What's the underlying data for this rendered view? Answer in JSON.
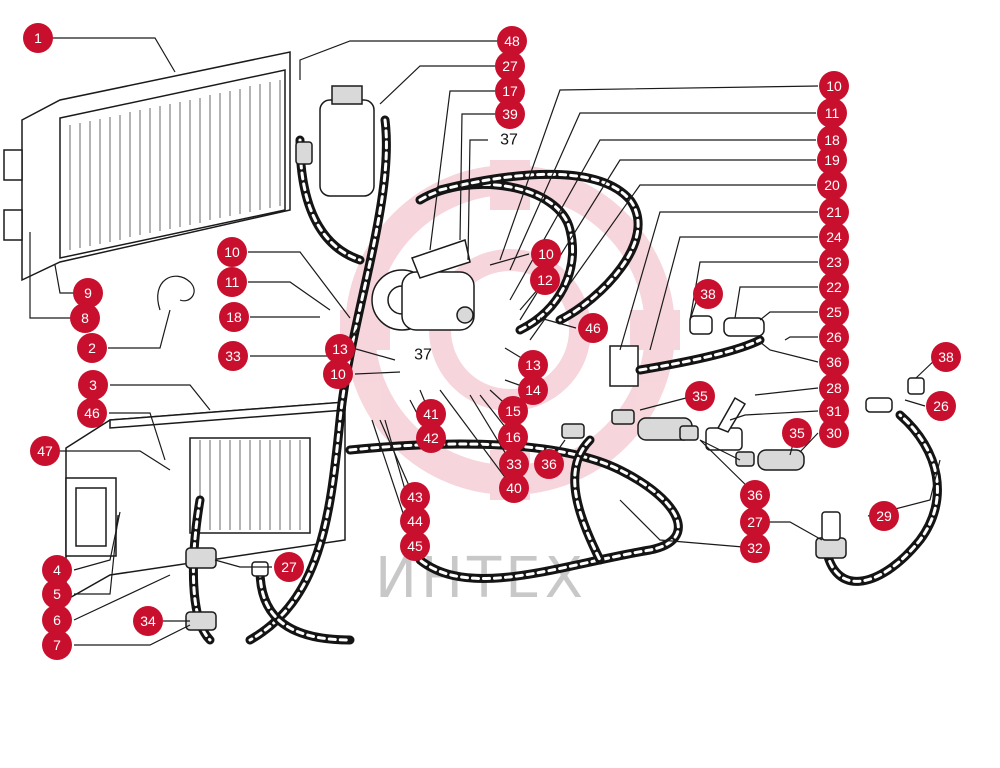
{
  "watermark": {
    "text": "ИНТЕХ",
    "logo": "intex-gear-logo",
    "color": "#f2c6cf"
  },
  "colors": {
    "badge": "#c8102e",
    "badge_text": "#ffffff",
    "line": "#1a1a1a"
  },
  "plain_labels": [
    "37",
    "37"
  ],
  "callouts": [
    "1",
    "2",
    "3",
    "4",
    "5",
    "6",
    "7",
    "8",
    "9",
    "10",
    "10",
    "10",
    "10",
    "11",
    "11",
    "12",
    "13",
    "13",
    "14",
    "15",
    "16",
    "17",
    "18",
    "18",
    "19",
    "20",
    "21",
    "22",
    "23",
    "24",
    "25",
    "26",
    "26",
    "27",
    "27",
    "27",
    "28",
    "29",
    "30",
    "31",
    "32",
    "33",
    "33",
    "34",
    "35",
    "35",
    "36",
    "36",
    "36",
    "38",
    "38",
    "39",
    "40",
    "41",
    "42",
    "43",
    "44",
    "45",
    "46",
    "46",
    "47",
    "48"
  ]
}
